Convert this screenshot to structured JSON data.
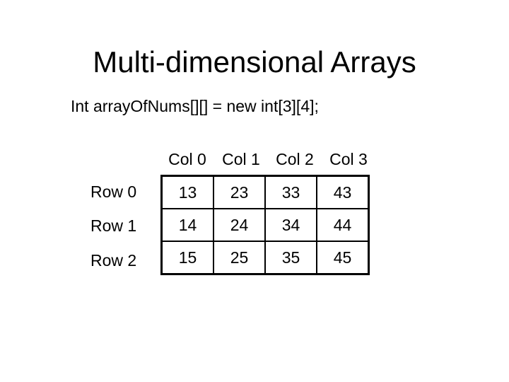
{
  "slide": {
    "title": "Multi-dimensional Arrays",
    "code_line": "Int arrayOfNums[][] = new int[3][4];"
  },
  "table": {
    "col_headers": [
      "Col 0",
      "Col 1",
      "Col 2",
      "Col 3"
    ],
    "row_headers": [
      "Row 0",
      "Row 1",
      "Row 2"
    ],
    "rows": [
      [
        "13",
        "23",
        "33",
        "43"
      ],
      [
        "14",
        "24",
        "34",
        "44"
      ],
      [
        "15",
        "25",
        "35",
        "45"
      ]
    ]
  },
  "colors": {
    "background": "#ffffff",
    "text": "#000000",
    "table_border": "#000000"
  }
}
